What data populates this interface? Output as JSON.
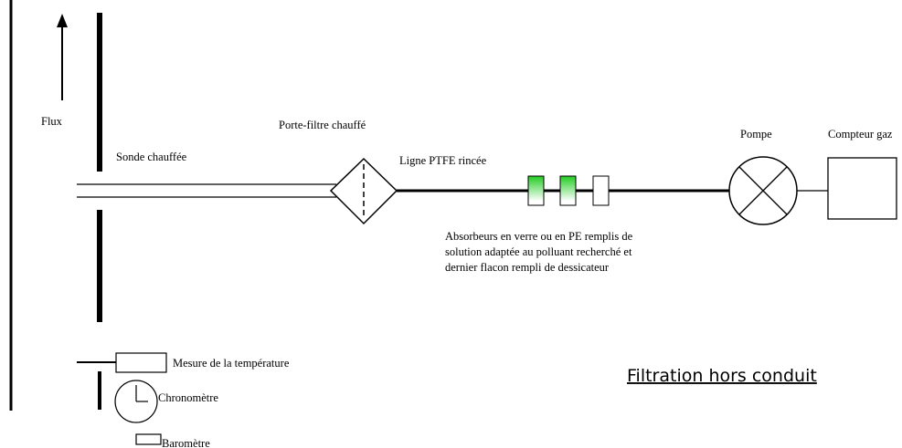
{
  "labels": {
    "flux": "Flux",
    "probe": "Sonde chauffée",
    "filter_holder": "Porte-filtre chauffé",
    "line": "Ligne PTFE rincée",
    "pump": "Pompe",
    "gas_meter": "Compteur gaz",
    "absorbers": [
      "Absorbeurs en verre ou en PE remplis de",
      "solution adaptée au polluant recherché et",
      "dernier flacon rempli de dessicateur"
    ],
    "temperature": "Mesure de la température",
    "chronometer": "Chronomètre",
    "barometer": "Baromètre",
    "title": "Filtration hors conduit"
  },
  "colors": {
    "ink": "#000000",
    "absorber_green": "#22cc22"
  }
}
